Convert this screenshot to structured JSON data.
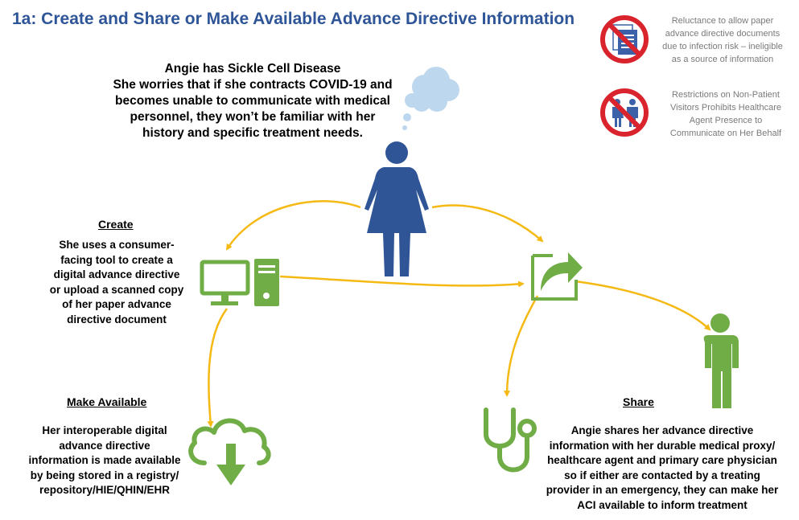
{
  "title": "1a:  Create and Share or Make Available Advance Directive Information",
  "colors": {
    "title_blue": "#2e5597",
    "person_blue": "#2f5597",
    "green": "#70ad47",
    "arrow_gold": "#f5b914",
    "prohibition_red": "#d9232d",
    "legend_gray": "#7a7a7a",
    "cloud_blue": "#bdd7ee"
  },
  "legend": [
    {
      "icon": "no-paper-documents-icon",
      "lines": [
        "Reluctance to allow paper",
        "advance directive documents",
        "due to infection risk – ineligible",
        "as a source of information"
      ]
    },
    {
      "icon": "no-visitors-icon",
      "lines": [
        "Restrictions on Non-Patient",
        "Visitors Prohibits Healthcare",
        "Agent Presence to",
        "Communicate on Her Behalf"
      ]
    }
  ],
  "intro": {
    "lines": [
      "Angie has Sickle Cell Disease",
      "She worries that if she contracts COVID-19 and",
      "becomes unable to communicate with medical",
      "personnel, they won’t be familiar with her",
      "history and specific treatment needs."
    ],
    "icons": [
      "thought-cloud-icon",
      "woman-icon"
    ]
  },
  "create": {
    "heading": "Create",
    "lines": [
      "She uses a consumer-",
      "facing tool to create a",
      "digital advance directive",
      "or upload a scanned copy",
      "of her paper advance",
      "directive document"
    ],
    "icon": "computer-icon"
  },
  "make_available": {
    "heading": "Make Available",
    "lines": [
      "Her interoperable digital",
      "advance directive",
      "information is made available",
      "by being stored in a registry/",
      "repository/HIE/QHIN/EHR"
    ],
    "icon": "cloud-download-icon"
  },
  "share": {
    "heading": "Share",
    "lines": [
      "Angie shares her advance directive",
      "information with her durable medical proxy/",
      "healthcare agent and primary care physician",
      "so if either are contacted by a treating",
      "provider in an emergency, they can make her",
      "ACI available to inform treatment"
    ],
    "icons": [
      "share-icon",
      "stethoscope-icon",
      "person-icon"
    ]
  }
}
